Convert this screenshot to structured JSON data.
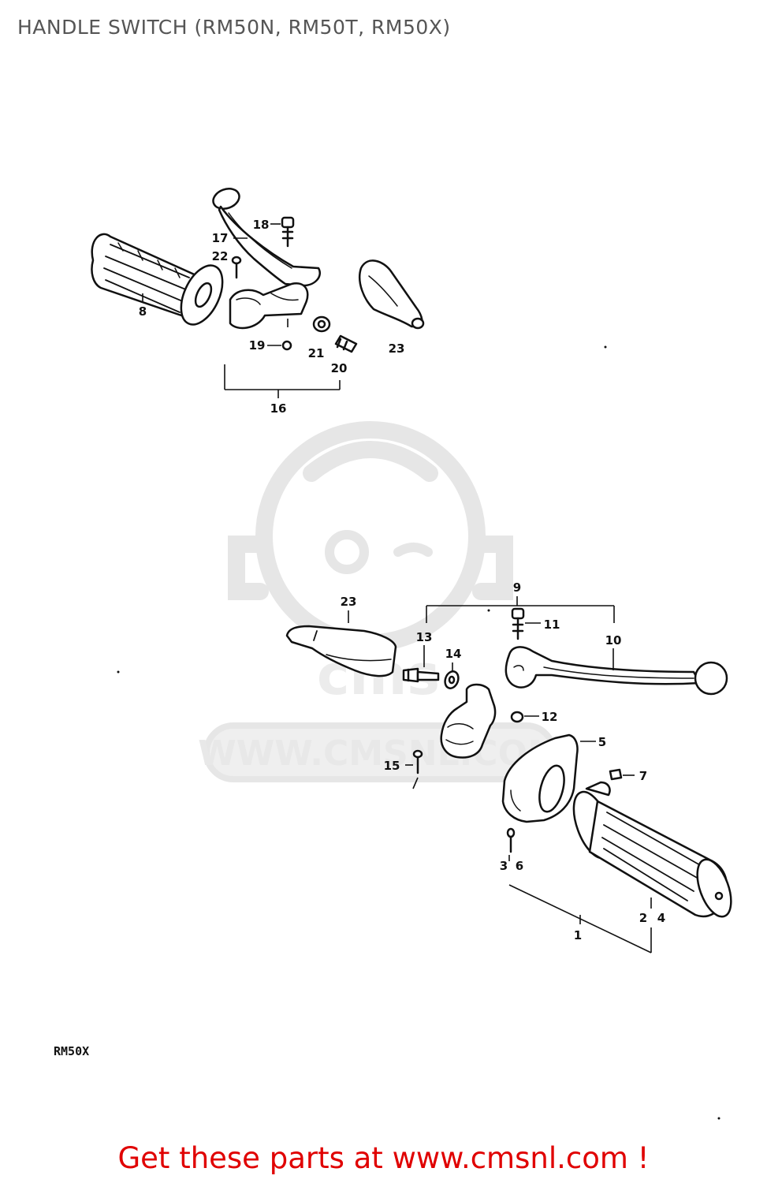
{
  "page": {
    "title": "HANDLE SWITCH (RM50N, RM50T, RM50X)",
    "model_code": "RM50X",
    "cta": "Get these parts at www.cmsnl.com !"
  },
  "watermark": {
    "text": "WWW.CMSNL.COM",
    "logo_text": "cms"
  },
  "colors": {
    "cta": "#e00000",
    "title": "#555555",
    "watermark": "#e6e6e6"
  },
  "labels": {
    "p1": "1",
    "p2": "2",
    "p3": "3",
    "p4": "4",
    "p5": "5",
    "p6": "6",
    "p7": "7",
    "p8": "8",
    "p9": "9",
    "p10": "10",
    "p11": "11",
    "p12": "12",
    "p13": "13",
    "p14": "14",
    "p15": "15",
    "p16": "16",
    "p17": "17",
    "p18": "18",
    "p19": "19",
    "p20": "20",
    "p21": "21",
    "p22": "22",
    "p23": "23"
  }
}
